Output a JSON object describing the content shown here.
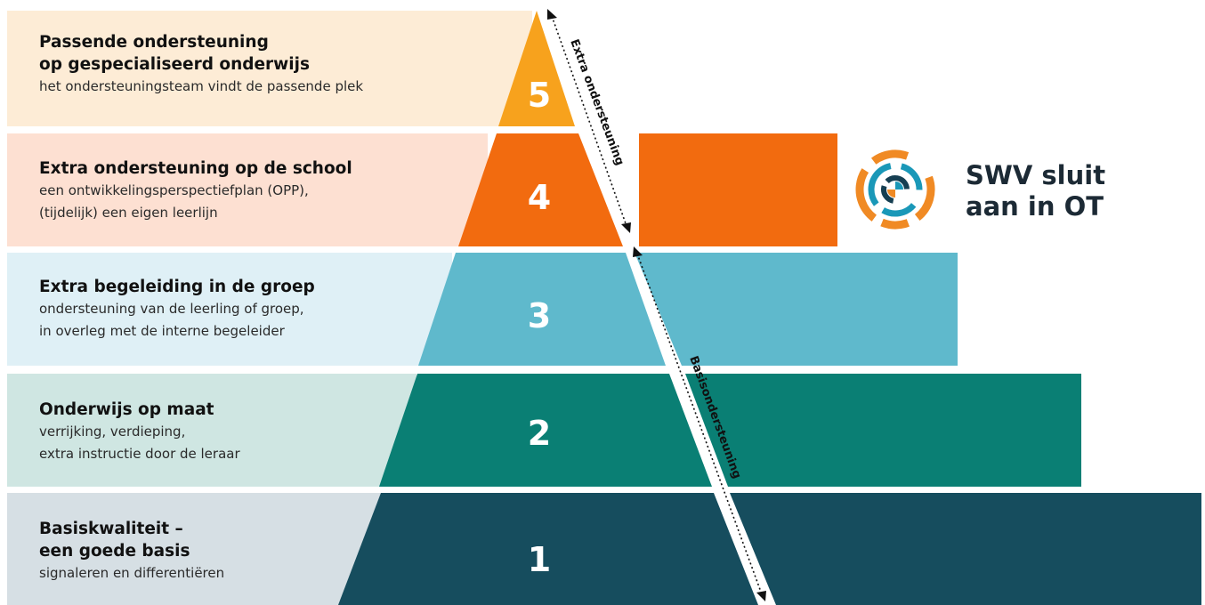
{
  "levels": [
    {
      "number": "1",
      "title": "Basiskwaliteit –\neen goede basis",
      "desc": "signaleren en differentiëren"
    },
    {
      "number": "2",
      "title": "Onderwijs op maat",
      "desc": "verrijking, verdieping,\nextra instructie door de leraar"
    },
    {
      "number": "3",
      "title": "Extra begeleiding in de groep",
      "desc": "ondersteuning van de leerling of groep,\nin overleg met de interne begeleider"
    },
    {
      "number": "4",
      "title": "Extra ondersteuning op de school",
      "desc": "een ontwikkelingsperspectiefplan (OPP),\n(tijdelijk) een eigen leerlijn"
    },
    {
      "number": "5",
      "title": "Passende ondersteuning\nop gespecialiseerd onderwijs",
      "desc": "het ondersteuningsteam vindt de passende plek"
    }
  ],
  "arrows": {
    "extra": "Extra ondersteuning",
    "basis": "Basisondersteuning"
  },
  "logo": {
    "text": "SWV sluit\naan in OT",
    "icon": "swv-ring-logo-icon"
  },
  "colors": {
    "level1_band": "#d6dfe4",
    "level1_bar": "#164d5e",
    "level2_band": "#cfe6e2",
    "level2_bar": "#0a7f74",
    "level3_band": "#dff0f6",
    "level3_bar": "#5fb9cc",
    "level4_band": "#fde0d2",
    "level4_bar": "#f26b0f",
    "level5_band": "#fdecd6",
    "level5_bar": "#f7a21d",
    "logo_orange": "#f08a24",
    "logo_teal": "#1a98b8",
    "logo_dark": "#163f52"
  }
}
